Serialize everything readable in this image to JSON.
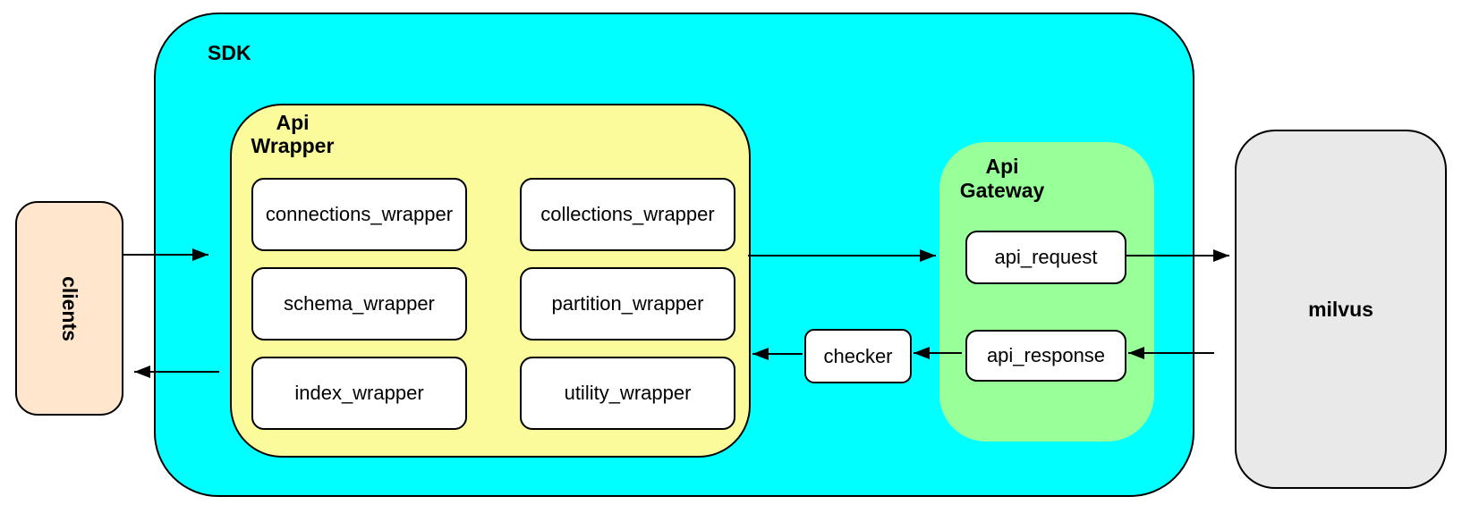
{
  "nodes": {
    "clients": {
      "label": "clients"
    },
    "sdk": {
      "label": "SDK"
    },
    "api_wrapper": {
      "line1": "Api",
      "line2": "Wrapper"
    },
    "wrappers": [
      "connections_wrapper",
      "collections_wrapper",
      "schema_wrapper",
      "partition_wrapper",
      "index_wrapper",
      "utility_wrapper"
    ],
    "api_gateway": {
      "line1": "Api",
      "line2": "Gateway"
    },
    "api_request": {
      "label": "api_request"
    },
    "api_response": {
      "label": "api_response"
    },
    "checker": {
      "label": "checker"
    },
    "milvus": {
      "label": "milvus"
    }
  },
  "colors": {
    "background": "#FFFFFF",
    "sdk_fill": "#00FFFF",
    "api_wrapper_fill": "#FBFB9B",
    "api_gateway_fill": "#99FF99",
    "clients_fill": "#FFE6CC",
    "milvus_fill": "#E9E9E9",
    "node_fill": "#FFFFFF",
    "line": "#000000"
  }
}
